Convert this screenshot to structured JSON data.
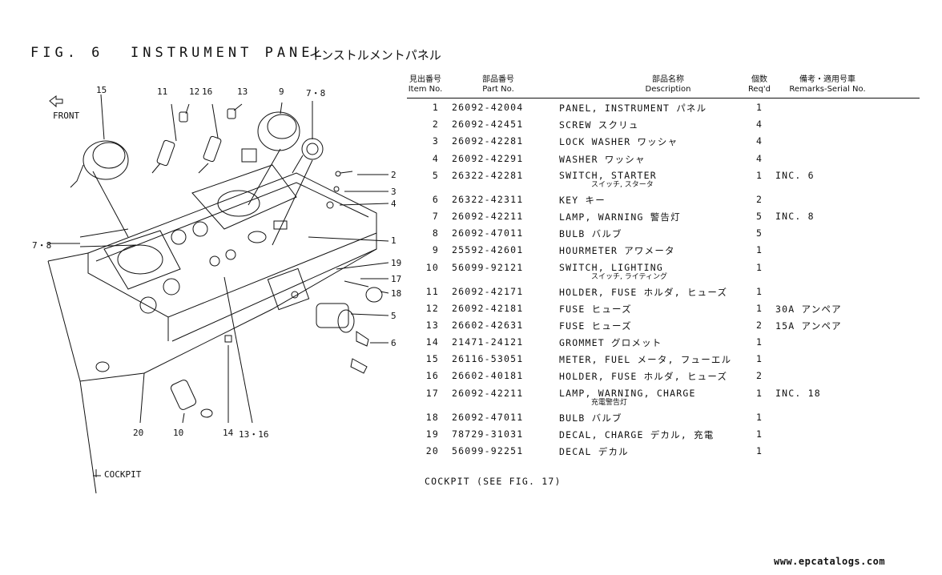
{
  "figure": {
    "id": "FIG. 6",
    "title_en": "INSTRUMENT PANEL",
    "title_jp": "インストルメントパネル"
  },
  "table": {
    "headers": {
      "item_jp": "見出番号",
      "item_en": "Item No.",
      "part_jp": "部品番号",
      "part_en": "Part No.",
      "desc_jp": "部品名称",
      "desc_en": "Description",
      "req_jp": "個数",
      "req_en": "Req'd",
      "remarks_jp": "備考・適用号車",
      "remarks_en": "Remarks-Serial No."
    },
    "rows": [
      {
        "item": "1",
        "part": "26092-42004",
        "desc": "PANEL, INSTRUMENT パネル",
        "sub": "",
        "req": "1",
        "remarks": ""
      },
      {
        "item": "2",
        "part": "26092-42451",
        "desc": "SCREW スクリュ",
        "sub": "",
        "req": "4",
        "remarks": ""
      },
      {
        "item": "3",
        "part": "26092-42281",
        "desc": "LOCK WASHER ワッシャ",
        "sub": "",
        "req": "4",
        "remarks": ""
      },
      {
        "item": "4",
        "part": "26092-42291",
        "desc": "WASHER ワッシャ",
        "sub": "",
        "req": "4",
        "remarks": ""
      },
      {
        "item": "5",
        "part": "26322-42281",
        "desc": "SWITCH, STARTER",
        "sub": "スイッチ, スタータ",
        "req": "1",
        "remarks": "INC. 6"
      },
      {
        "item": "6",
        "part": "26322-42311",
        "desc": "KEY キー",
        "sub": "",
        "req": "2",
        "remarks": ""
      },
      {
        "item": "7",
        "part": "26092-42211",
        "desc": "LAMP, WARNING 警告灯",
        "sub": "",
        "req": "5",
        "remarks": "INC. 8"
      },
      {
        "item": "8",
        "part": "26092-47011",
        "desc": "BULB バルブ",
        "sub": "",
        "req": "5",
        "remarks": ""
      },
      {
        "item": "9",
        "part": "25592-42601",
        "desc": "HOURMETER アワメータ",
        "sub": "",
        "req": "1",
        "remarks": ""
      },
      {
        "item": "10",
        "part": "56099-92121",
        "desc": "SWITCH, LIGHTING",
        "sub": "スイッチ, ライティング",
        "req": "1",
        "remarks": ""
      },
      {
        "item": "11",
        "part": "26092-42171",
        "desc": "HOLDER, FUSE ホルダ, ヒューズ",
        "sub": "",
        "req": "1",
        "remarks": ""
      },
      {
        "item": "12",
        "part": "26092-42181",
        "desc": "FUSE ヒューズ",
        "sub": "",
        "req": "1",
        "remarks": "30A アンペア"
      },
      {
        "item": "13",
        "part": "26602-42631",
        "desc": "FUSE ヒューズ",
        "sub": "",
        "req": "2",
        "remarks": "15A アンペア"
      },
      {
        "item": "14",
        "part": "21471-24121",
        "desc": "GROMMET グロメット",
        "sub": "",
        "req": "1",
        "remarks": ""
      },
      {
        "item": "15",
        "part": "26116-53051",
        "desc": "METER, FUEL メータ, フューエル",
        "sub": "",
        "req": "1",
        "remarks": ""
      },
      {
        "item": "16",
        "part": "26602-40181",
        "desc": "HOLDER, FUSE ホルダ, ヒューズ",
        "sub": "",
        "req": "2",
        "remarks": ""
      },
      {
        "item": "17",
        "part": "26092-42211",
        "desc": "LAMP, WARNING, CHARGE",
        "sub": "充電警告灯",
        "req": "1",
        "remarks": "INC. 18"
      },
      {
        "item": "18",
        "part": "26092-47011",
        "desc": "BULB バルブ",
        "sub": "",
        "req": "1",
        "remarks": ""
      },
      {
        "item": "19",
        "part": "78729-31031",
        "desc": "DECAL, CHARGE デカル, 充電",
        "sub": "",
        "req": "1",
        "remarks": ""
      },
      {
        "item": "20",
        "part": "56099-92251",
        "desc": "DECAL デカル",
        "sub": "",
        "req": "1",
        "remarks": ""
      }
    ],
    "footnote": "COCKPIT (SEE FIG. 17)"
  },
  "diagram": {
    "front_label": "FRONT",
    "cockpit_label": "COCKPIT",
    "callouts": {
      "c15": "15",
      "c11": "11",
      "c12": "12",
      "c16a": "16",
      "c13": "13",
      "c9": "9",
      "c78a": "7・8",
      "c2": "2",
      "c3": "3",
      "c4": "4",
      "c78b": "7・8",
      "c1": "1",
      "c19": "19",
      "c17": "17",
      "c18": "18",
      "c5": "5",
      "c6": "6",
      "c20": "20",
      "c10": "10",
      "c14": "14",
      "c1316": "13・16"
    }
  },
  "watermark": "www.epcatalogs.com"
}
